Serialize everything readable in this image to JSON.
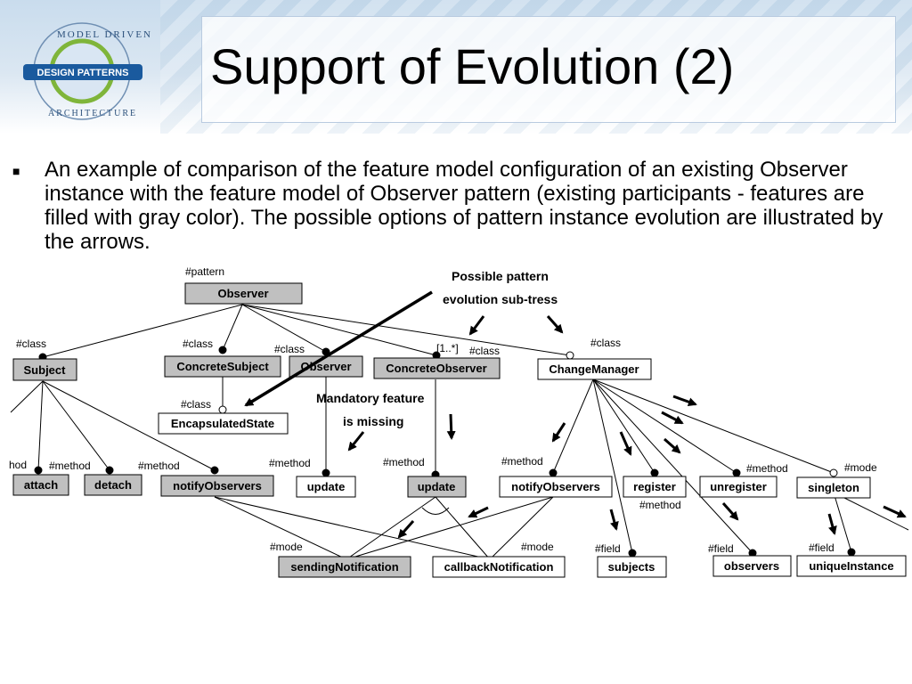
{
  "slide": {
    "title": "Support of Evolution (2)",
    "bullet_marker": "■",
    "bullet_text": "An example of comparison of the feature model configuration of an existing Observer instance with the feature model of Observer pattern (existing participants - features are filled with gray color). The possible options of pattern instance evolution are illustrated by the arrows."
  },
  "logo": {
    "ring_text_top": "MODEL DRIVEN",
    "badge": "DESIGN PATTERNS",
    "ring_text_bottom": "ARCHITECTURE"
  },
  "colors": {
    "existing_fill": "#c0c0c0",
    "new_fill": "#ffffff",
    "logo_badge": "#1a5a9e"
  },
  "diagram": {
    "nodes": {
      "observer_root": "Observer",
      "subject": "Subject",
      "concrete_subject": "ConcreteSubject",
      "observer": "Observer",
      "concrete_observer": "ConcreteObserver",
      "change_manager": "ChangeManager",
      "encapsulated_state": "EncapsulatedState",
      "attach": "attach",
      "detach": "detach",
      "subject_notify": "notifyObservers",
      "observer_update": "update",
      "co_update": "update",
      "cm_notify": "notifyObservers",
      "register": "register",
      "unregister": "unregister",
      "singleton": "singleton",
      "sending_notification": "sendingNotification",
      "callback_notification": "callbackNotification",
      "subjects": "subjects",
      "observers": "observers",
      "unique_instance": "uniqueInstance"
    },
    "labels": {
      "pattern": "#pattern",
      "class_subject": "#class",
      "class_concrete_subject": "#class",
      "class_observer": "#class",
      "class_concrete_observer": "#class",
      "class_change_manager": "#class",
      "class_encapsulated_state": "#class",
      "multiplicity": "[1..*]",
      "hod": "hod",
      "method_detach": "#method",
      "method_notify": "#method",
      "method_update": "#method",
      "method_co_update": "#method",
      "method_cm_notify": "#method",
      "method_unregister": "#method",
      "method_register": "#method",
      "mode_singleton": "#mode",
      "mode_sending": "#mode",
      "mode_callback": "#mode",
      "field_subjects": "#field",
      "field_observers": "#field",
      "field_unique": "#field"
    },
    "annotations": {
      "possible_line1": "Possible pattern",
      "possible_line2": "evolution sub-tress",
      "mandatory_line1": "Mandatory feature",
      "mandatory_line2": "is missing"
    }
  }
}
